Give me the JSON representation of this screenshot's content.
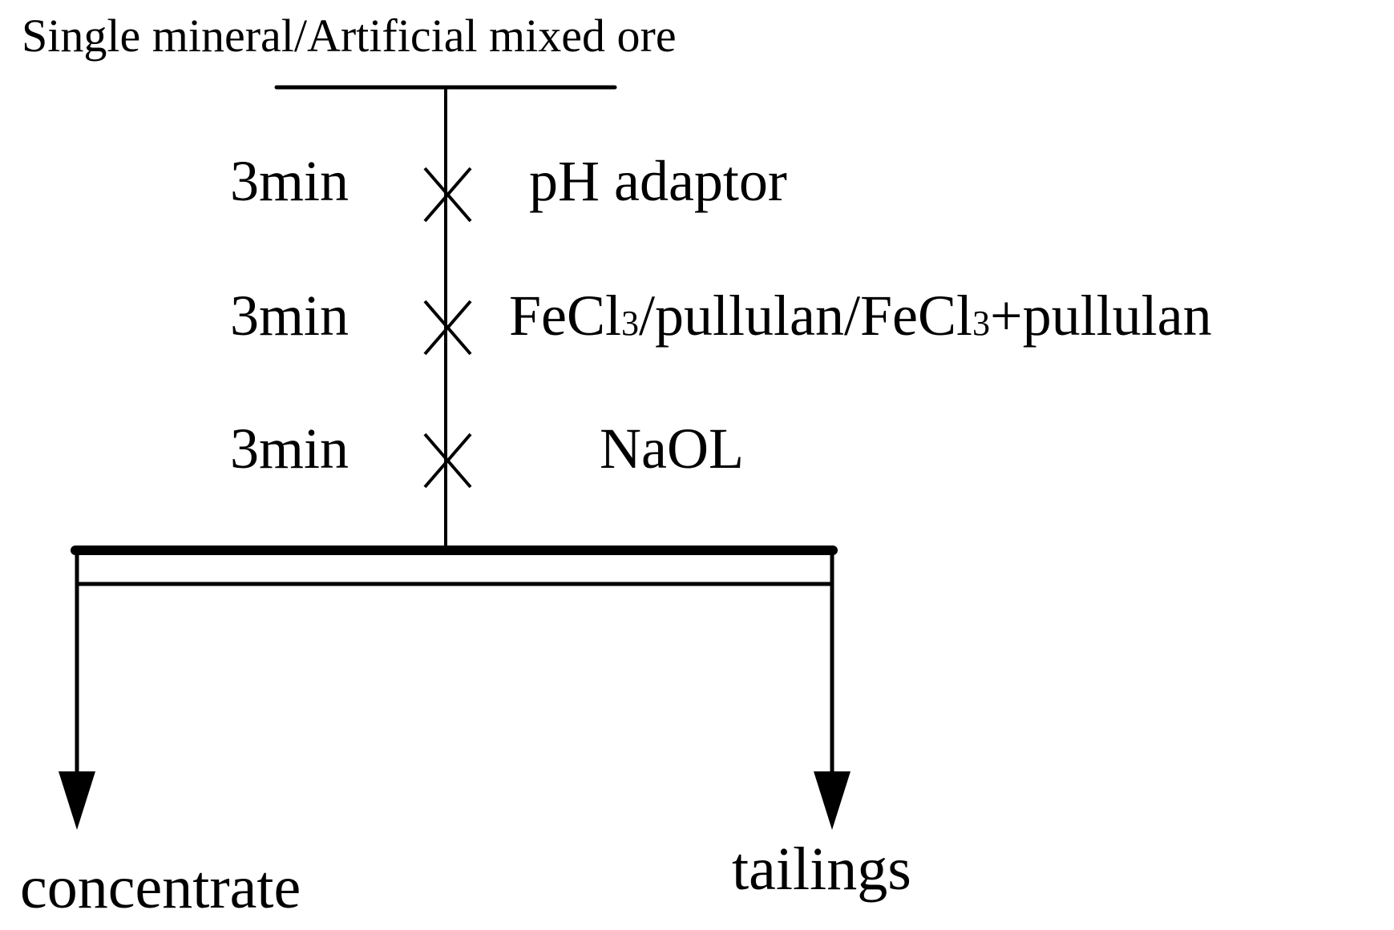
{
  "diagram": {
    "type": "flotation-flowsheet",
    "feed_label": "Single mineral/Artificial mixed ore",
    "steps": [
      {
        "time": "3min",
        "reagent": "pH adaptor",
        "icon": "stir-x-icon"
      },
      {
        "time": "3min",
        "reagent_parts": [
          "FeCl",
          "3",
          "/pullulan/FeCl",
          "3",
          "+pullulan"
        ],
        "reagent": "FeCl3/pullulan/FeCl3+pullulan",
        "icon": "stir-x-icon"
      },
      {
        "time": "3min",
        "reagent": "NaOL",
        "icon": "stir-x-icon"
      }
    ],
    "outputs": {
      "left": "concentrate",
      "right": "tailings"
    },
    "colors": {
      "line": "#000000",
      "background": "#ffffff"
    }
  }
}
